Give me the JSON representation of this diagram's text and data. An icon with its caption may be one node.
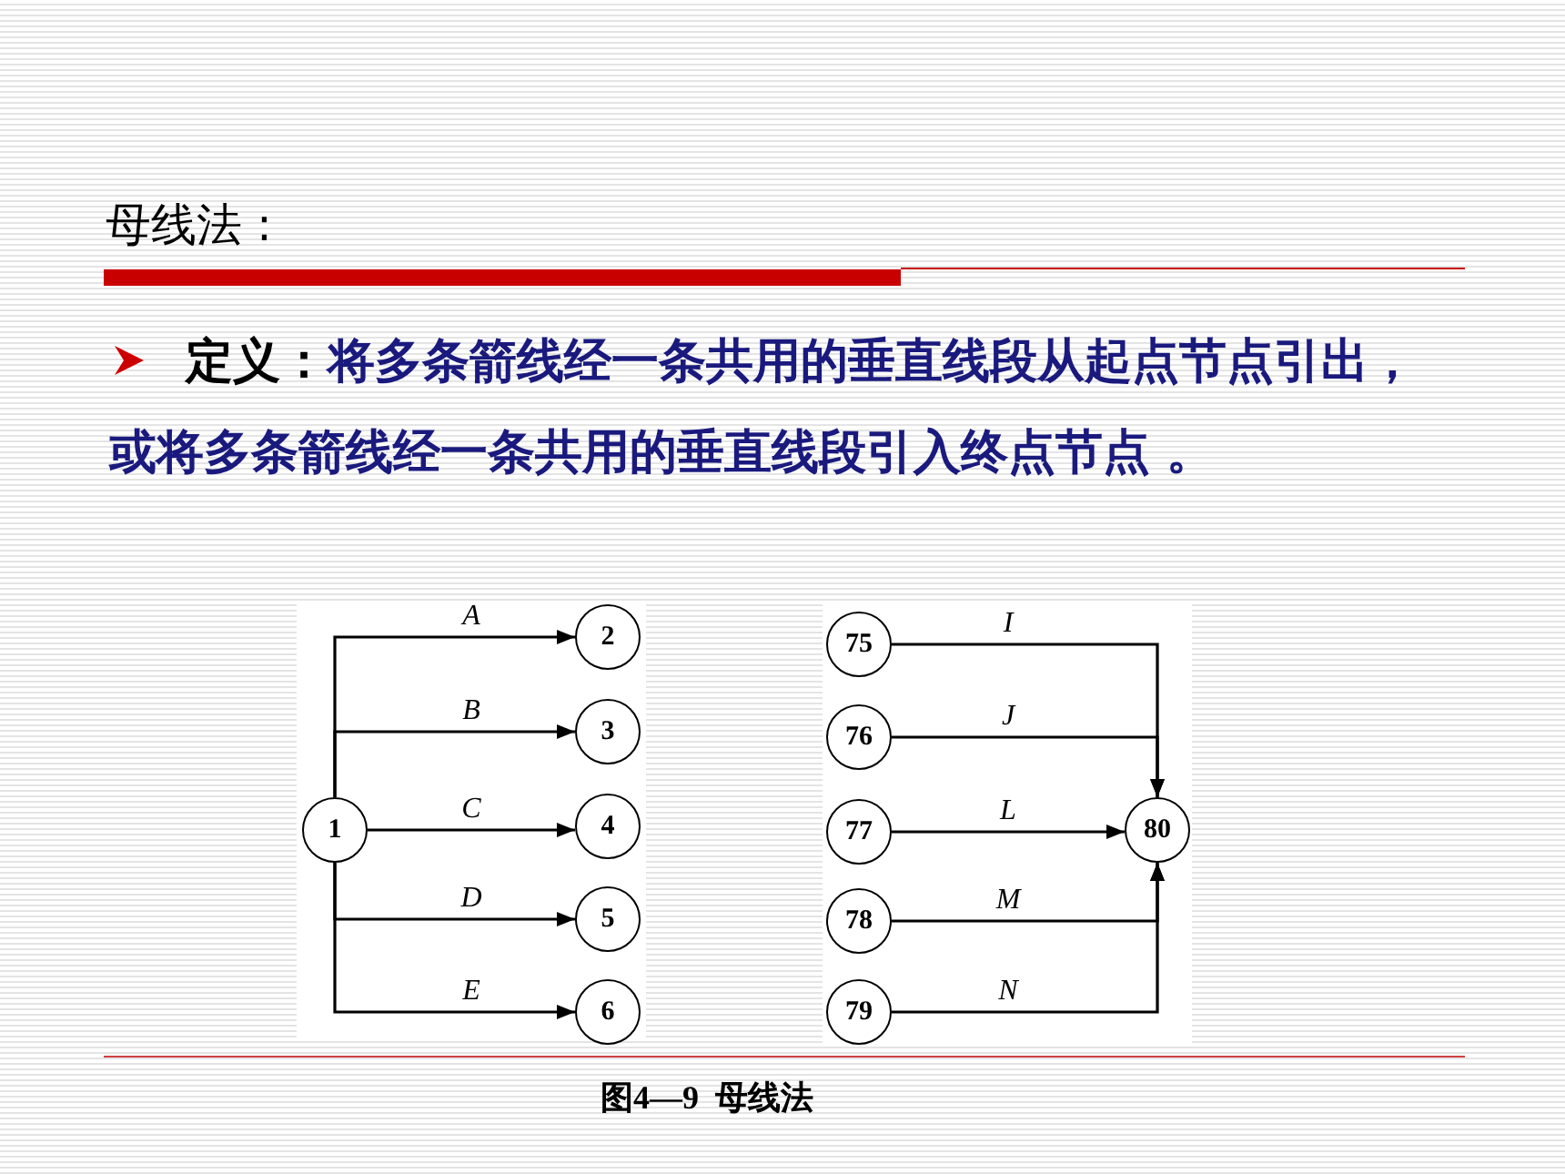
{
  "diagram": {
    "title": "母线法 :",
    "caption": "图4—9  母线法",
    "nodes": [
      {
        "text": [
          "1"
        ]
      },
      {
        "text": [
          "2"
        ]
      },
      {
        "text": [
          "3"
        ]
      },
      {
        "text": [
          "4"
        ]
      },
      {
        "text": [
          "5"
        ]
      },
      {
        "text": [
          "6"
        ]
      },
      {
        "text": [
          "75"
        ]
      },
      {
        "text": [
          "76"
        ]
      },
      {
        "text": [
          "77"
        ]
      },
      {
        "text": [
          "78"
        ]
      },
      {
        "text": [
          "79"
        ]
      },
      {
        "text": [
          "80"
        ]
      }
    ],
    "edges": [
      {
        "from": 0,
        "to": 1,
        "arrow": "to",
        "label": "A"
      },
      {
        "from": 0,
        "to": 2,
        "arrow": "to",
        "label": "B"
      },
      {
        "from": 0,
        "to": 3,
        "arrow": "to",
        "label": "C"
      },
      {
        "from": 0,
        "to": 4,
        "arrow": "to",
        "label": "D"
      },
      {
        "from": 0,
        "to": 5,
        "arrow": "to",
        "label": "E"
      },
      {
        "from": 6,
        "to": 11,
        "arrow": "to",
        "label": "I"
      },
      {
        "from": 7,
        "to": 11,
        "arrow": "to",
        "label": "J"
      },
      {
        "from": 8,
        "to": 11,
        "arrow": "to",
        "label": "L"
      },
      {
        "from": 9,
        "to": 11,
        "arrow": "to",
        "label": "M"
      },
      {
        "from": 10,
        "to": 11,
        "arrow": "to",
        "label": "N"
      }
    ],
    "labels": [
      "定义：",
      "将多条箭线经一条共用的垂直线段从起点节点引出，或将多条箭线经一条共用的垂直线段引入终点节点 。"
    ]
  }
}
